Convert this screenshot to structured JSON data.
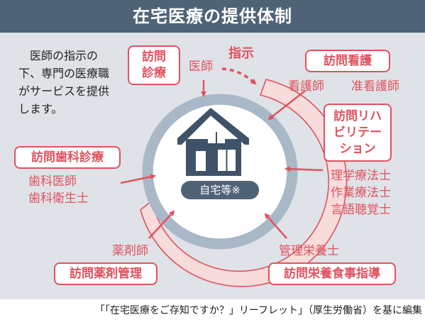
{
  "title": "在宅医療の提供体制",
  "intro": "医師の指示の下、専門の医療職がサービスを提供します。",
  "center": {
    "label": "自宅等※"
  },
  "instruction": {
    "from": "医師",
    "label": "指示"
  },
  "services": {
    "visit_medical": "訪問\n診療",
    "visit_nursing": {
      "tag": "訪問看護",
      "staff": [
        "看護師",
        "准看護師"
      ]
    },
    "visit_rehab": {
      "tag": "訪問リハ\nビリテー\nション",
      "staff": "理学療法士\n作業療法士\n言語聴覚士"
    },
    "visit_dental": {
      "tag": "訪問歯科診療",
      "staff": "歯科医師\n歯科衛生士"
    },
    "visit_pharmacy": {
      "tag": "訪問薬剤管理",
      "staff": "薬剤師"
    },
    "visit_nutrition": {
      "tag": "訪問栄養食事指導",
      "staff": "管理栄養士"
    }
  },
  "footer": "「「在宅医療をご存知ですか？」リーフレット」（厚生労働省）を基に編集",
  "colors": {
    "header": "#4f6377",
    "accent": "#e0525e",
    "panel": "#dfe3e8",
    "ring": "#a9b8c7",
    "arc": "#f8dcdc"
  }
}
